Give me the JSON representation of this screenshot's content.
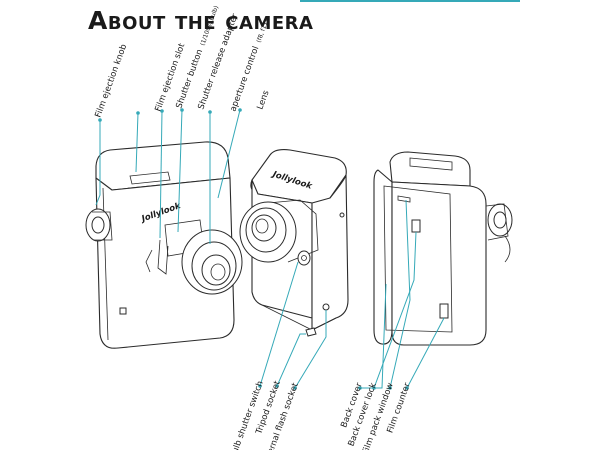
{
  "title": "About the camera",
  "colors": {
    "accent": "#35a9b8",
    "ink": "#2b2b2b",
    "background": "#ffffff"
  },
  "camera_logo": "Jollylook",
  "top_labels": {
    "film_ejection_knob": "Film ejection knob",
    "film_ejection_slot": "Film ejection slot",
    "shutter_button": "Shutter button",
    "shutter_button_note": "(1/100s, bulb)",
    "shutter_release_adapter": "Shutter release adapter",
    "aperture_control": "aperture control",
    "aperture_control_note": "(f8, f11)",
    "lens": "Lens"
  },
  "bottom_labels": {
    "bulb_shutter_switch": "Bulb shutter switch",
    "tripod_socket": "Tripod socket",
    "external_flash_socket": "External flash socket",
    "back_cover": "Back cover",
    "back_cover_lock": "Back cover lock",
    "film_pack_window": "Film pack window",
    "film_counter": "Film counter"
  }
}
